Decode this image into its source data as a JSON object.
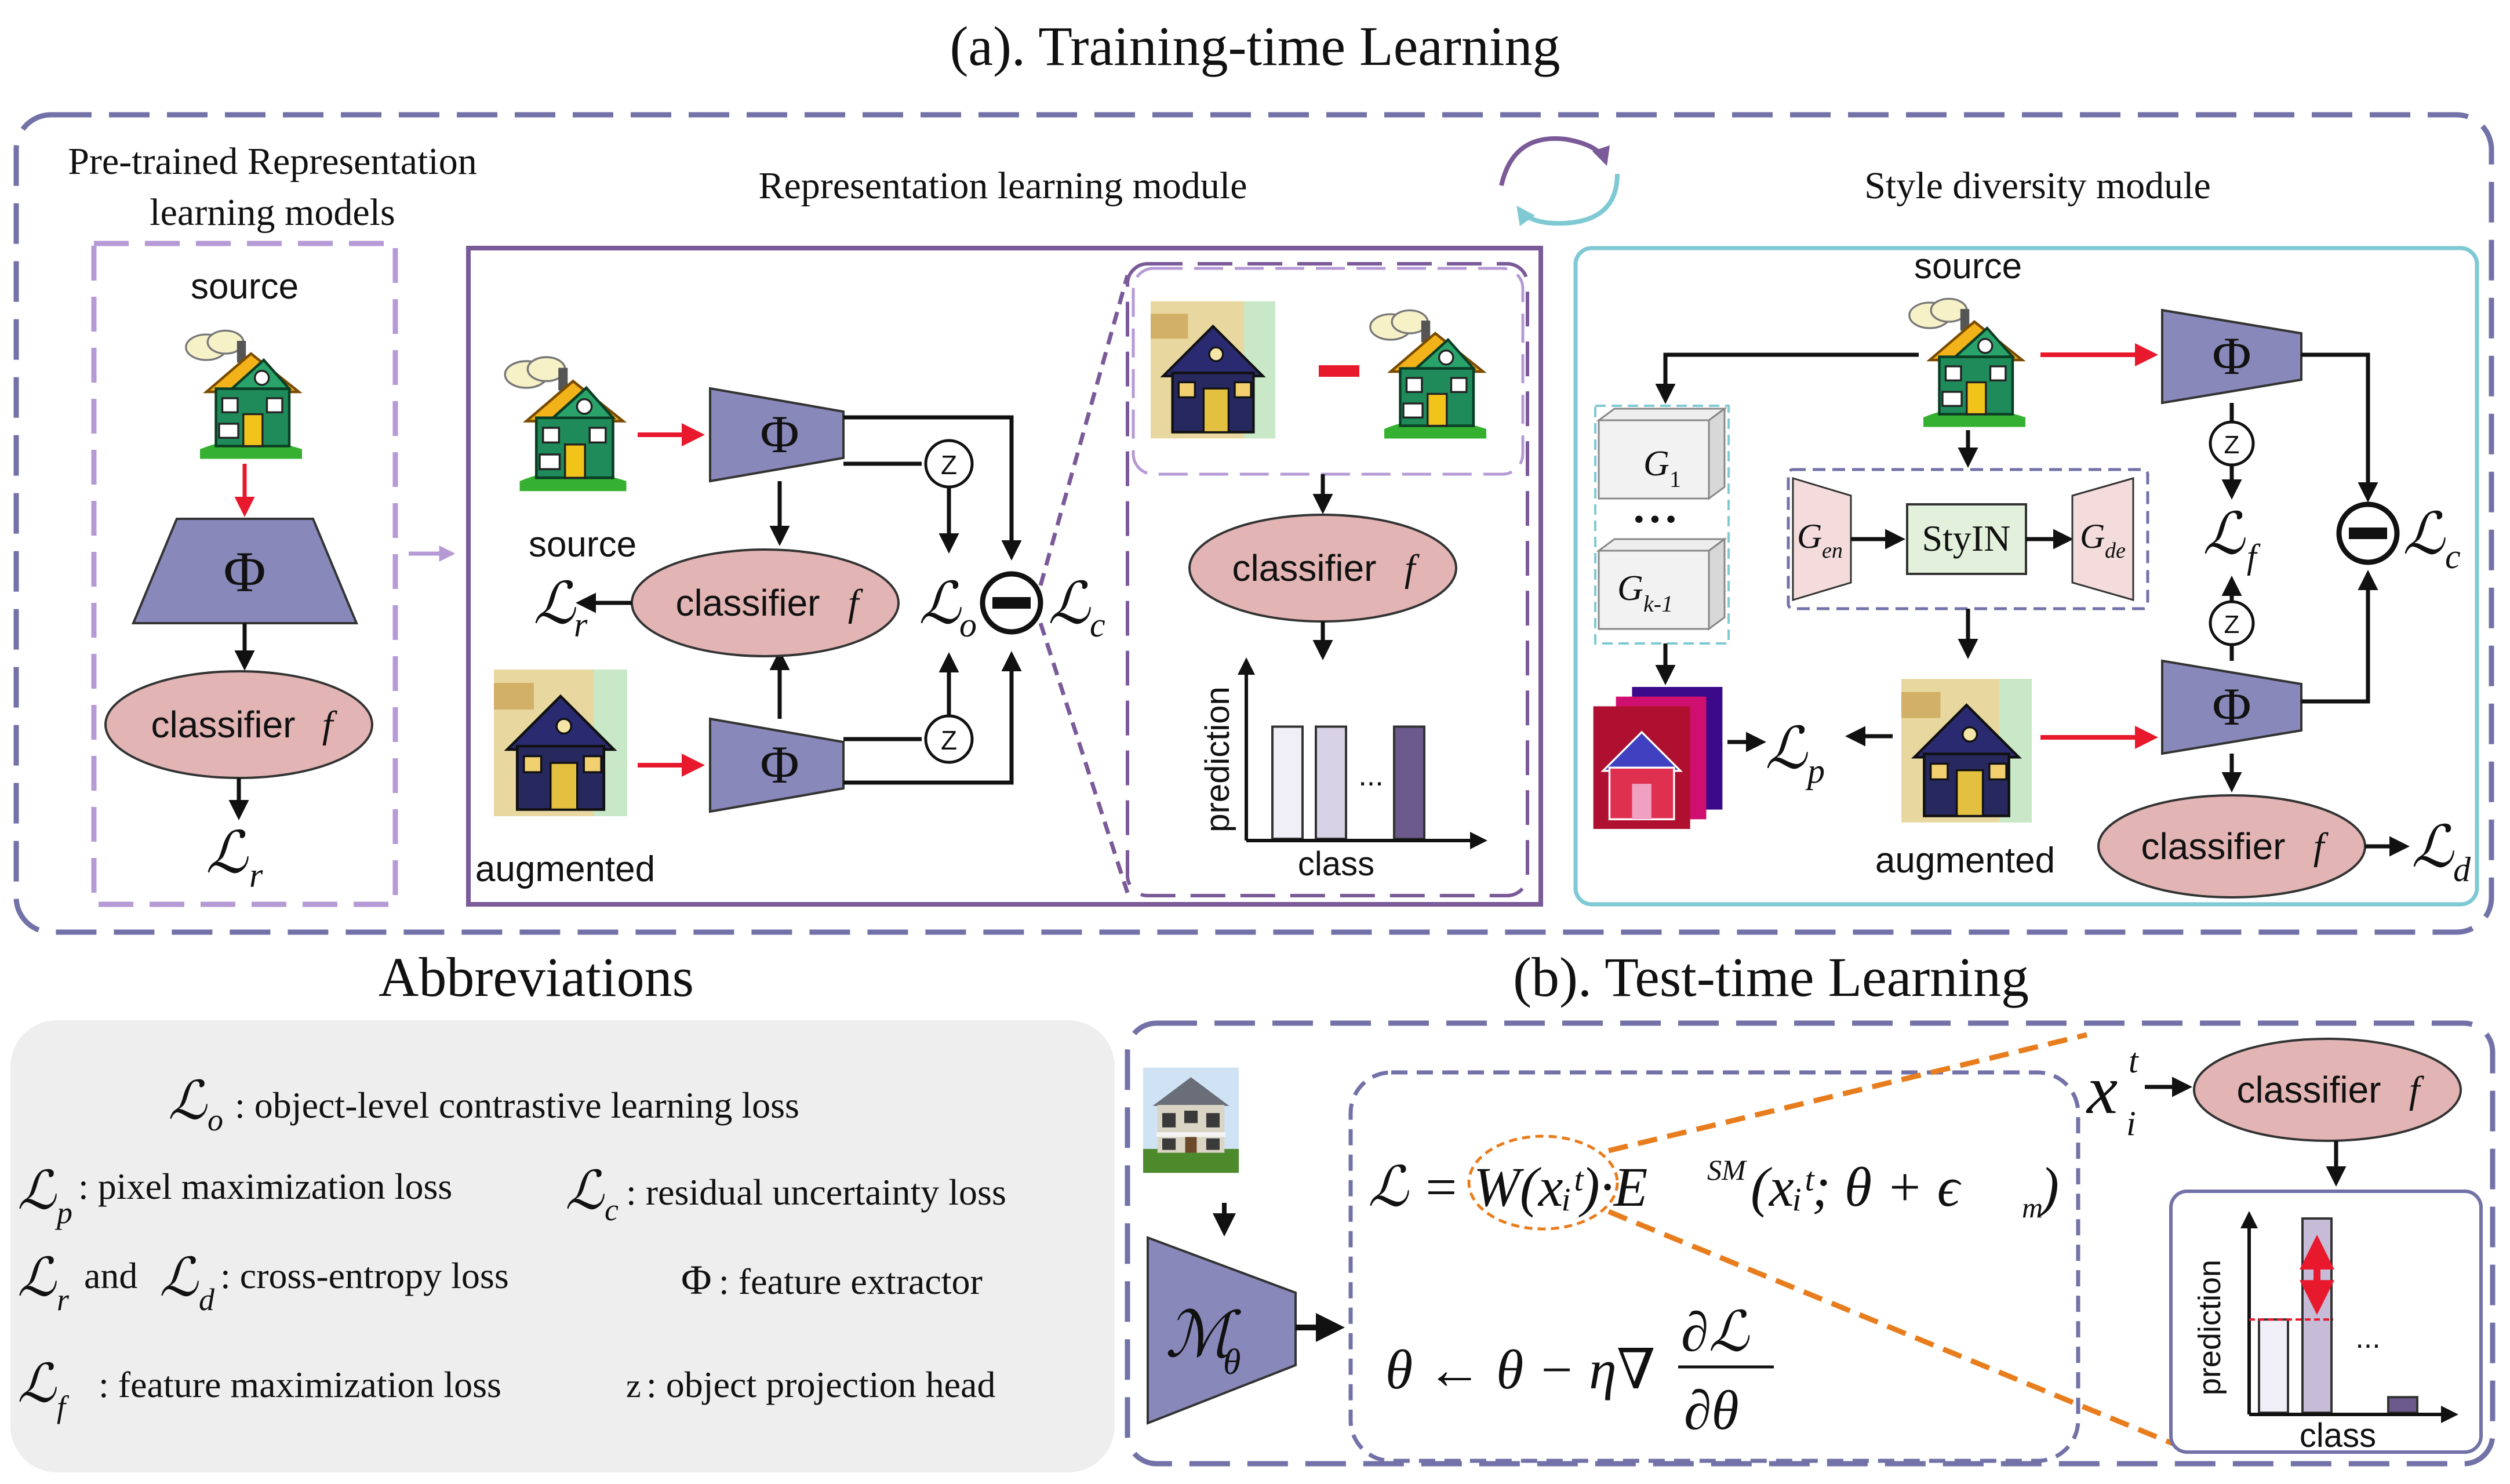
{
  "titles": {
    "training": "(a). Training-time Learning",
    "testing": "(b). Test-time Learning",
    "abbrev": "Abbreviations"
  },
  "pretrained": {
    "heading_line1": "Pre-trained Representation",
    "heading_line2": "learning models",
    "source": "source",
    "phi": "Φ",
    "classifier": "classifier",
    "f": "f",
    "loss_main": "ℒ",
    "loss_sub": "r"
  },
  "representation": {
    "heading": "Representation learning module",
    "source": "source",
    "augmented": "augmented",
    "phi": "Φ",
    "z": "Z",
    "classifier": "classifier",
    "f": "f",
    "loss_r_sub": "r",
    "loss_o_sub": "o",
    "loss_c_sub": "c",
    "loss_main": "ℒ",
    "classifier2": "classifier",
    "f2": "f",
    "prediction": "prediction",
    "class": "class",
    "dots": "..."
  },
  "style": {
    "heading": "Style diversity module",
    "source": "source",
    "augmented": "augmented",
    "g1": "G",
    "g1_sub": "1",
    "dots": "• • •",
    "gk": "G",
    "gk_sub": "k-1",
    "gen": "G",
    "gen_sub": "en",
    "styin": "StyIN",
    "gde": "G",
    "gde_sub": "de",
    "phi": "Φ",
    "z": "Z",
    "loss_main": "ℒ",
    "loss_f_sub": "f",
    "loss_c_sub": "c",
    "loss_p_sub": "p",
    "loss_d_sub": "d",
    "classifier": "classifier",
    "f": "f"
  },
  "abbreviations": {
    "lo": ": object-level contrastive learning loss",
    "lp": ": pixel maximization loss",
    "lc": ": residual uncertainty loss",
    "and": "and",
    "lrd": ": cross-entropy loss",
    "phi": "Φ",
    "phi_desc": ": feature extractor",
    "lf": ": feature maximization loss",
    "z": "z",
    "z_desc": ": object projection head",
    "sub_o": "o",
    "sub_p": "p",
    "sub_c": "c",
    "sub_r": "r",
    "sub_d": "d",
    "sub_f": "f",
    "L": "ℒ"
  },
  "testtime": {
    "model": "ℳ",
    "model_sub": "θ",
    "eq1": "ℒ = W(x",
    "eq1_full": "ℒ = W(xᵢᵗ)·E",
    "eq1_sup": "SM",
    "eq1_rest": "(xᵢᵗ; θ + ϵ",
    "eq1_m": "m",
    "eq1_close": ")",
    "eq2": "θ ← θ − η∇",
    "eq2_num": "∂ℒ",
    "eq2_den": "∂θ",
    "x": "x",
    "x_sup": "t",
    "x_sub": "i",
    "classifier": "classifier",
    "f": "f",
    "prediction": "prediction",
    "class": "class",
    "dots": "..."
  },
  "colors": {
    "outer_dash": "#7272a8",
    "purple_dash": "#b59ad6",
    "purple_solid": "#7a5a98",
    "teal": "#7ec9d3",
    "phi_fill": "#8888bb",
    "classifier_fill": "#e2b4b4",
    "red_arrow": "#e8192c",
    "orange": "#e87d1e",
    "abbrev_bg": "#eeeeee",
    "styin_fill": "#e3f1dc",
    "gen_fill": "#f4dcdc"
  },
  "chart_training": {
    "type": "bar",
    "values": [
      0.9,
      0.9,
      0.9
    ],
    "colors": [
      "#f0eef6",
      "#d8d2e6",
      "#6d5a8c"
    ]
  },
  "chart_test": {
    "type": "bar",
    "values": [
      0.48,
      1.0,
      0.08
    ],
    "colors": [
      "#f0eef6",
      "#c6bcd8",
      "#6d5a8c"
    ]
  }
}
